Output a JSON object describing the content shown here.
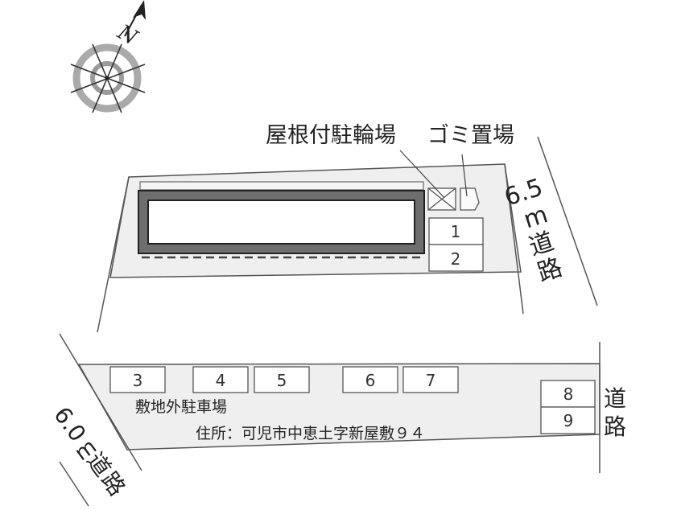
{
  "compass": {
    "north_label": "N"
  },
  "labels": {
    "bicycle_parking": "屋根付駐輪場",
    "garbage_area": "ゴミ置場",
    "off_site_parking": "敷地外駐車場",
    "address": "住所：可児市中恵土字新屋敷９４"
  },
  "roads": {
    "east": {
      "width": "6.5",
      "unit": "m",
      "label": "道路"
    },
    "southwest": {
      "width": "6.0",
      "unit": "m",
      "label": "道路"
    },
    "southeast": {
      "label": "道路"
    }
  },
  "parking_spaces": {
    "on_site": [
      "1",
      "2"
    ],
    "off_site_row": [
      "3",
      "4",
      "5",
      "6",
      "7"
    ],
    "off_site_right": [
      "8",
      "9"
    ]
  },
  "colors": {
    "lot_fill": "#efefef",
    "building_wall": "#6e6e6e",
    "line": "#555555",
    "compass_ring": "#a8a8a8"
  }
}
